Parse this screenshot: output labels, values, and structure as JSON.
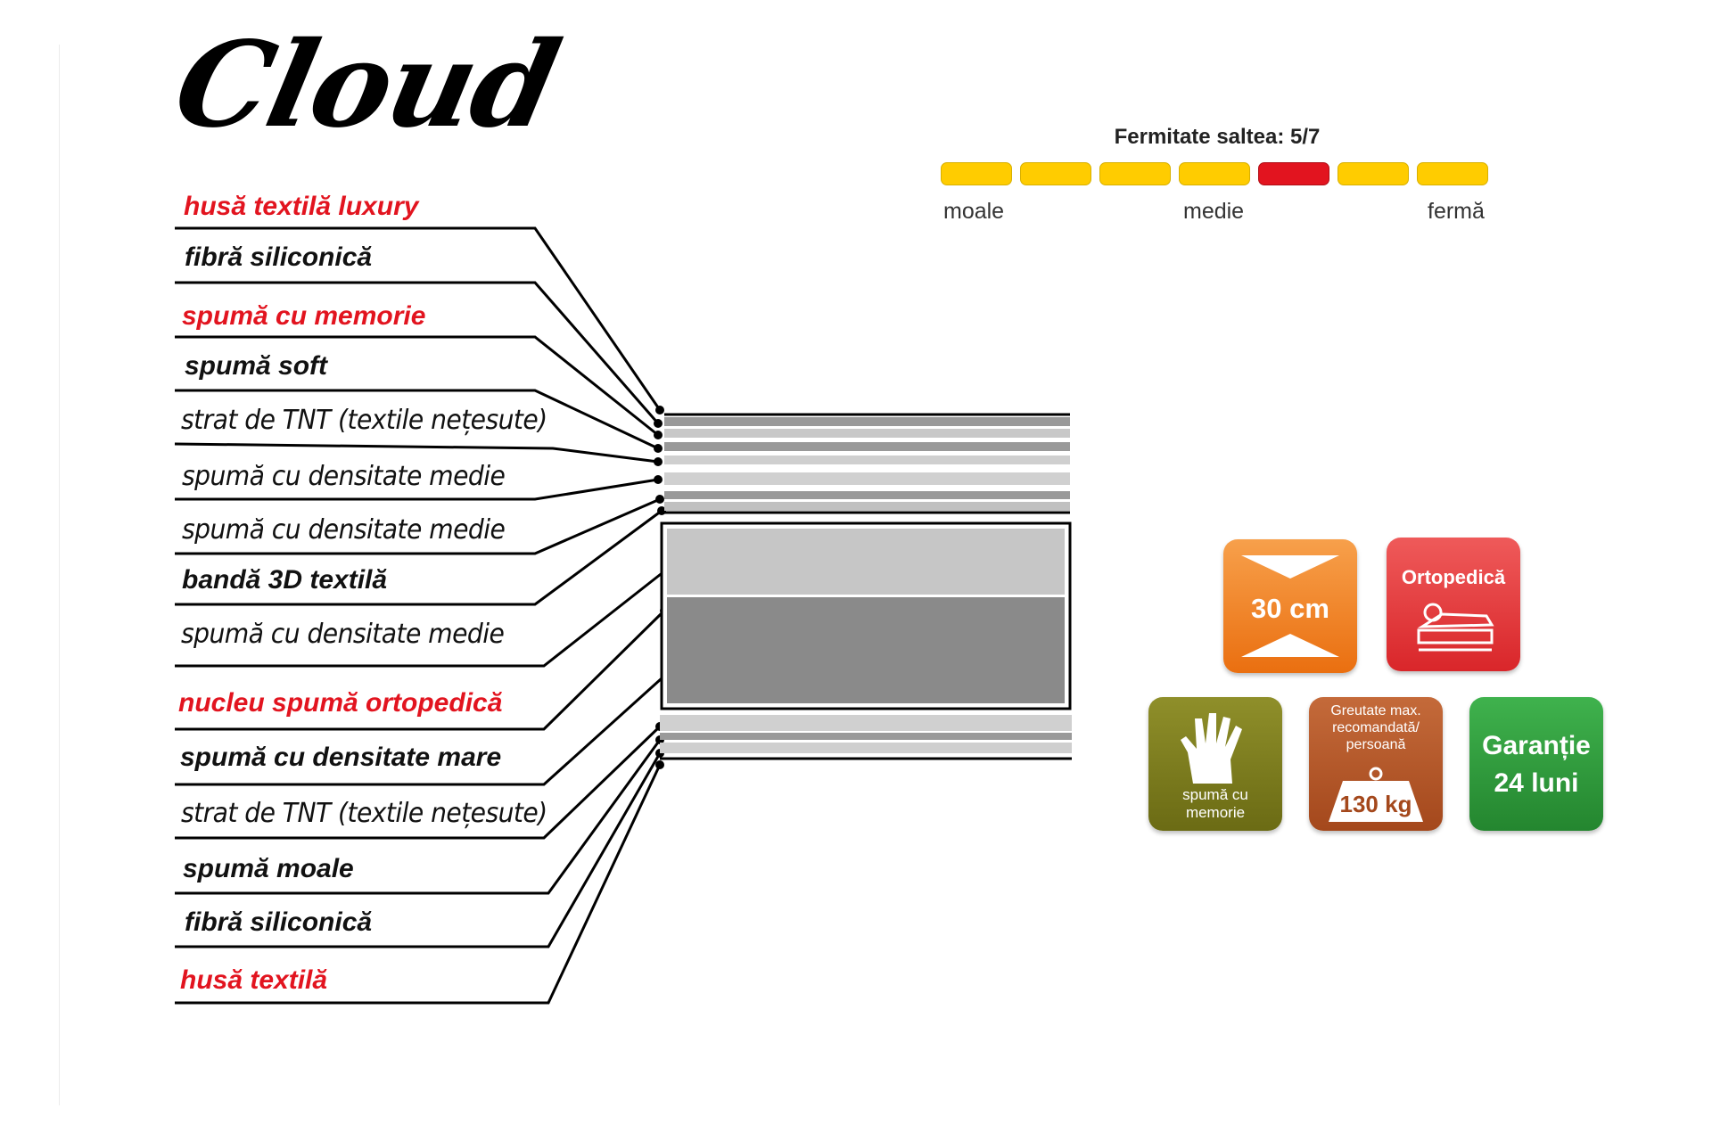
{
  "brand": {
    "title": "Cloud"
  },
  "layers": [
    {
      "label": "husă textilă luxury",
      "color": "red"
    },
    {
      "label": "fibră siliconică",
      "color": "black"
    },
    {
      "label": "spumă cu memorie",
      "color": "red"
    },
    {
      "label": "spumă soft",
      "color": "black"
    },
    {
      "label": "strat de TNT (textile nețesute)",
      "color": "black"
    },
    {
      "label": "spumă cu densitate medie",
      "color": "black"
    },
    {
      "label": "spumă cu densitate medie",
      "color": "black"
    },
    {
      "label": "bandă 3D textilă",
      "color": "black"
    },
    {
      "label": "spumă cu densitate medie",
      "color": "black"
    },
    {
      "label": "nucleu spumă ortopedică",
      "color": "red"
    },
    {
      "label": "spumă cu densitate mare",
      "color": "black"
    },
    {
      "label": "strat de TNT (textile nețesute)",
      "color": "black"
    },
    {
      "label": "spumă moale",
      "color": "black"
    },
    {
      "label": "fibră siliconică",
      "color": "black"
    },
    {
      "label": "husă textilă",
      "color": "red"
    }
  ],
  "firmness": {
    "title": "Fermitate saltea: 5/7",
    "value": 5,
    "max": 7,
    "active_color": "#e2141f",
    "inactive_color": "#ffcc00",
    "scale": {
      "low": "moale",
      "mid": "medie",
      "high": "fermă"
    }
  },
  "badges": {
    "height": {
      "label": "30 cm",
      "color": "#f07a1a",
      "icon": "height-arrows-icon"
    },
    "orthopedic": {
      "label": "Ortopedică",
      "color": "#e23a3a",
      "icon": "body-on-mattress-icon"
    },
    "memory": {
      "label": "spumă cu memorie",
      "color": "#7d7d1e",
      "icon": "hand-print-icon"
    },
    "weight": {
      "label": "Greutate max. recomandată/ persoană",
      "value": "130 kg",
      "color": "#b65a2a",
      "icon": "weight-icon"
    },
    "warranty": {
      "label": "Garanție",
      "value": "24 luni",
      "color": "#2e9a3c"
    }
  }
}
